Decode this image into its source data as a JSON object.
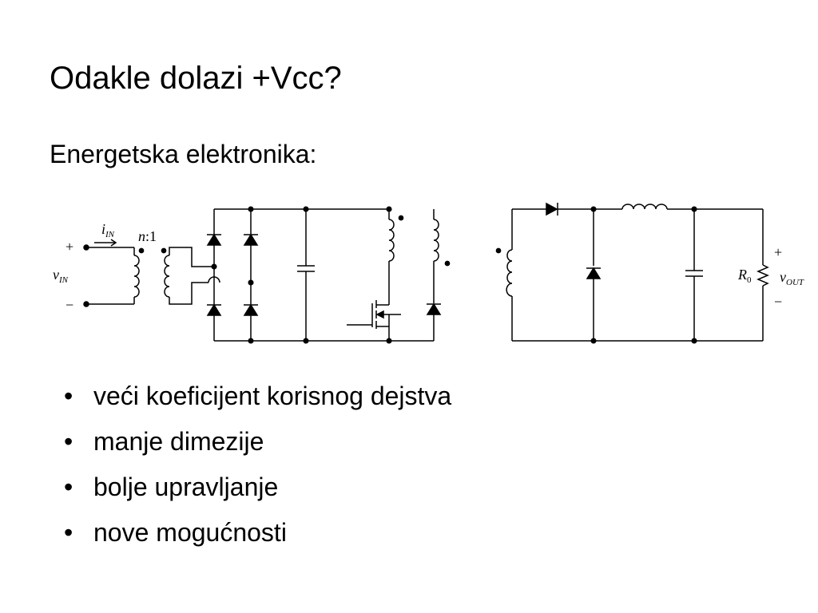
{
  "slide": {
    "title": "Odakle dolazi +Vcc?",
    "subtitle": "Energetska elektronika:"
  },
  "circuit": {
    "plus_in": "+",
    "minus_in": "−",
    "i_in": "i",
    "i_in_sub": "IN",
    "v_in": "v",
    "v_in_sub": "IN",
    "ratio_n": "n",
    "ratio_rest": ":1",
    "r0": "R",
    "r0_sub": "0",
    "plus_out": "+",
    "minus_out": "−",
    "v_out": "v",
    "v_out_sub": "OUT"
  },
  "bullets": [
    {
      "marker": "•",
      "text": "veći koeficijent korisnog dejstva"
    },
    {
      "marker": "•",
      "text": "manje dimezije"
    },
    {
      "marker": "•",
      "text": "bolje upravljanje"
    },
    {
      "marker": "•",
      "text": "nove mogućnosti"
    }
  ]
}
